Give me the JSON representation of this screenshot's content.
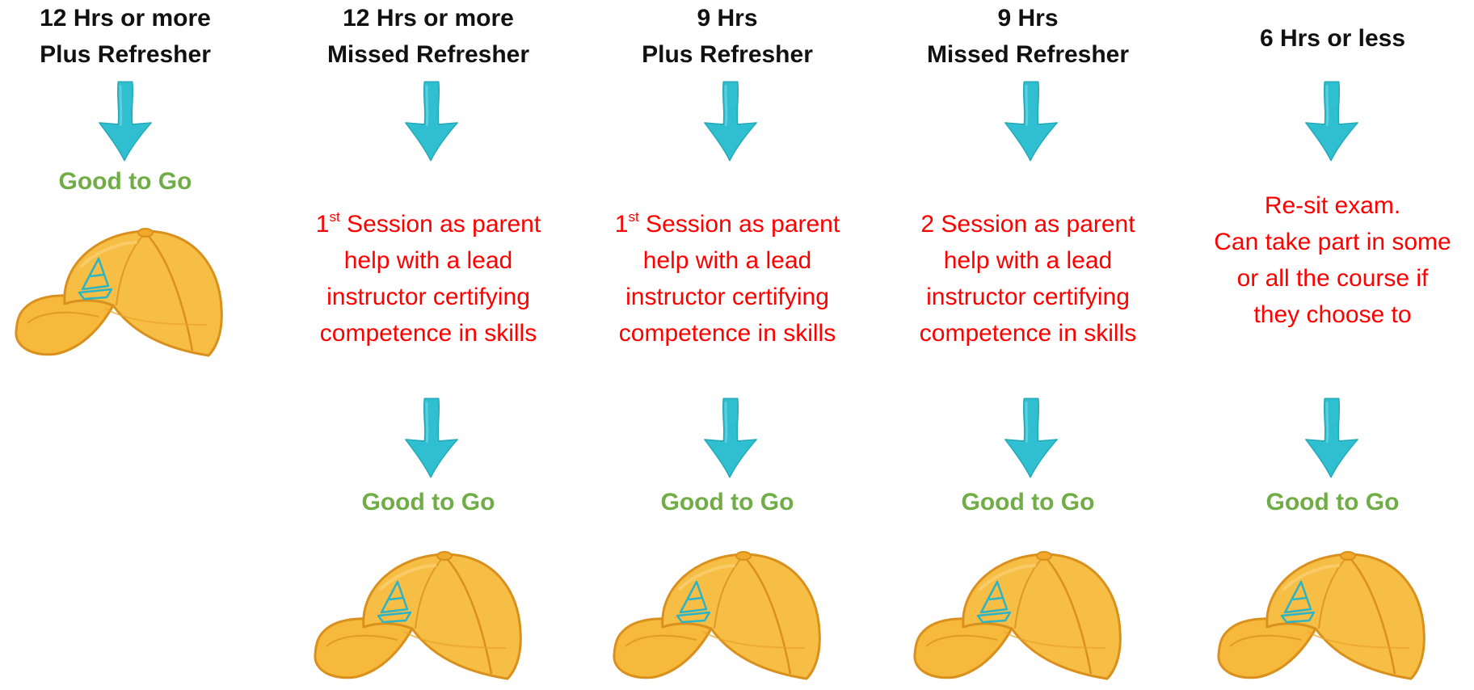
{
  "colors": {
    "heading": "#111111",
    "good": "#70ad47",
    "desc": "#ff0000",
    "arrow": "#2fbfd0",
    "cap": "#f5b73c"
  },
  "columns": [
    {
      "heading": [
        "12 Hrs or more",
        "Plus Refresher"
      ],
      "steps": [
        {
          "type": "good",
          "text": "Good to Go"
        }
      ]
    },
    {
      "heading": [
        "12 Hrs or more",
        "Missed Refresher"
      ],
      "desc": {
        "sup_num": "1",
        "sup": "st",
        "first_line_rest": " Session as parent",
        "lines": [
          "help with a lead",
          "instructor certifying",
          "competence in skills"
        ]
      },
      "good": "Good to Go"
    },
    {
      "heading": [
        "9 Hrs",
        "Plus Refresher"
      ],
      "desc": {
        "sup_num": "1",
        "sup": "st",
        "first_line_rest": " Session as parent",
        "lines": [
          "help with a lead",
          "instructor certifying",
          "competence in skills"
        ]
      },
      "good": "Good to Go"
    },
    {
      "heading": [
        "9 Hrs",
        "Missed Refresher"
      ],
      "desc": {
        "first_line": "2 Session as parent",
        "lines": [
          "help with a lead",
          "instructor certifying",
          "competence in skills"
        ]
      },
      "good": "Good to Go"
    },
    {
      "heading": [
        "6 Hrs or less"
      ],
      "desc": {
        "first_line": "Re-sit exam.",
        "lines": [
          "Can take part in some",
          "or all the course if",
          "they choose to"
        ]
      },
      "good": "Good to Go"
    }
  ]
}
